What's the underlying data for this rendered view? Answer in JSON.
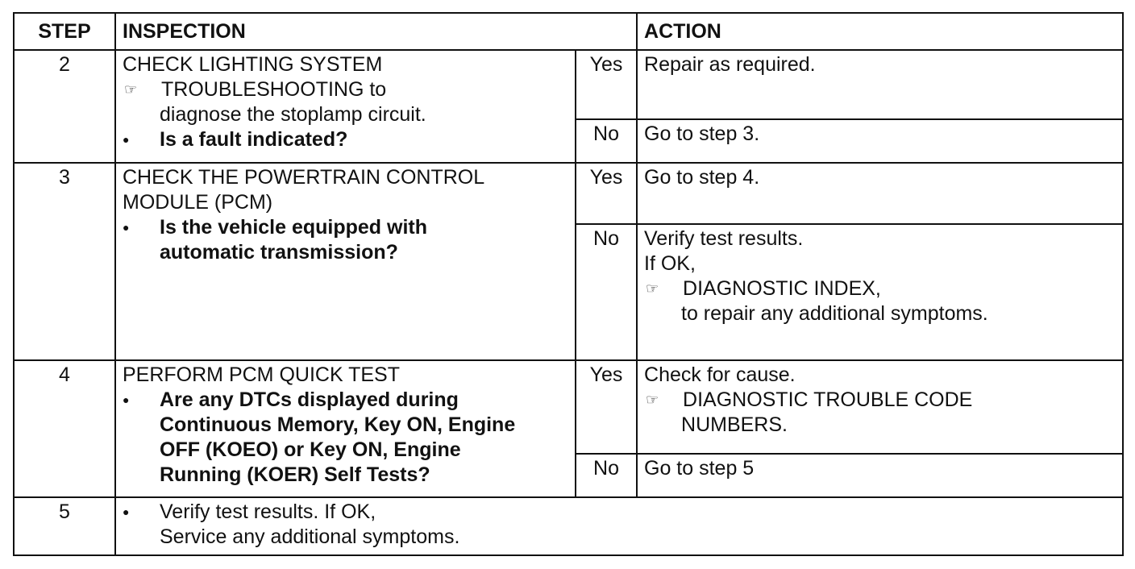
{
  "headers": {
    "step": "STEP",
    "inspection": "INSPECTION",
    "action": "ACTION"
  },
  "glyph": {
    "pointer": "☞",
    "bullet": "●"
  },
  "rows": {
    "r2": {
      "step": "2",
      "title": "CHECK LIGHTING SYSTEM",
      "ref_a": "TROUBLESHOOTING to",
      "ref_b": "diagnose the stoplamp circuit.",
      "question": "Is a fault indicated?",
      "yes": "Yes",
      "yes_action": "Repair as required.",
      "no": "No",
      "no_action": "Go to step 3."
    },
    "r3": {
      "step": "3",
      "title_a": "CHECK THE POWERTRAIN CONTROL",
      "title_b": "MODULE (PCM)",
      "question_a": "Is the vehicle equipped with",
      "question_b": "automatic transmission?",
      "yes": "Yes",
      "yes_action": "Go to step 4.",
      "no": "No",
      "no_action_a": "Verify test results.",
      "no_action_b": "If OK,",
      "no_action_ref": "DIAGNOSTIC INDEX,",
      "no_action_c": "to repair any additional symptoms."
    },
    "r4": {
      "step": "4",
      "title": "PERFORM PCM QUICK TEST",
      "question_a": "Are any DTCs displayed during",
      "question_b": "Continuous Memory, Key ON, Engine",
      "question_c": "OFF (KOEO) or Key ON, Engine",
      "question_d": "Running (KOER) Self Tests?",
      "yes": "Yes",
      "yes_action_a": "Check for cause.",
      "yes_action_ref": "DIAGNOSTIC TROUBLE CODE",
      "yes_action_b": "NUMBERS.",
      "no": "No",
      "no_action": "Go to step 5"
    },
    "r5": {
      "step": "5",
      "text_a": "Verify test results. If OK,",
      "text_b": "Service any additional symptoms."
    }
  }
}
